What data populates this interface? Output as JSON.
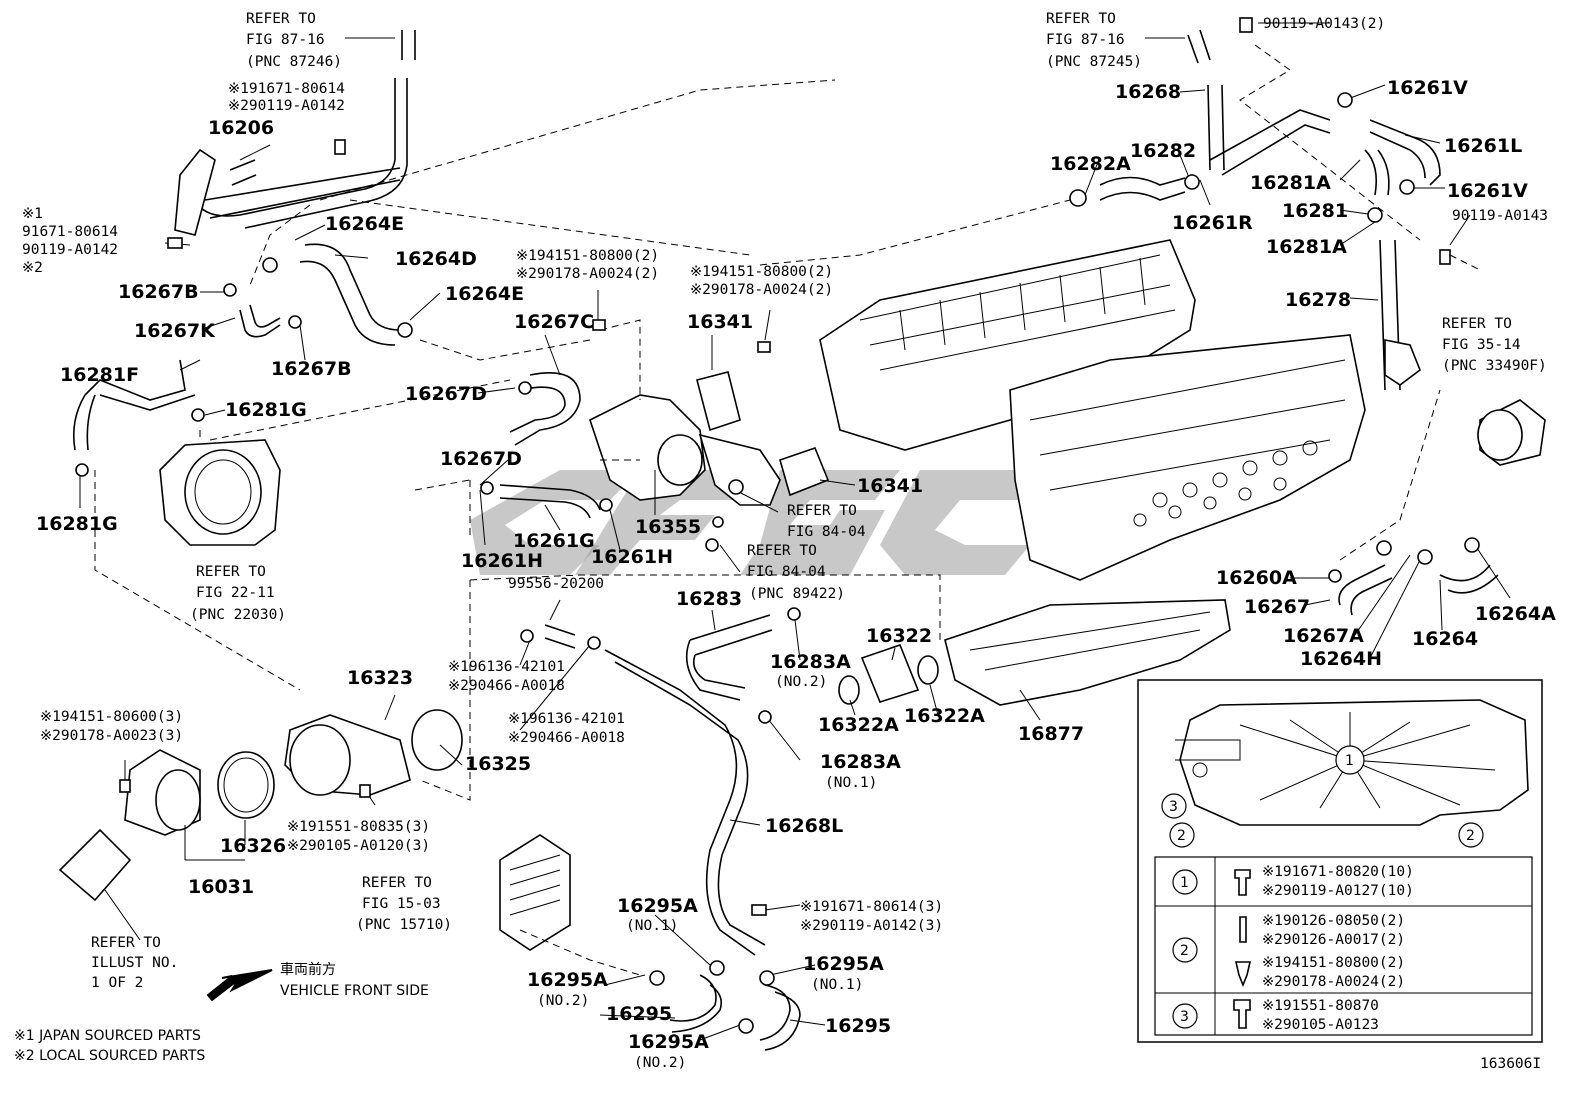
{
  "figure_id": "163606I",
  "watermark": "cfgc",
  "refs": {
    "top_left": [
      "REFER TO",
      "FIG 87-16",
      "(PNC 87246)"
    ],
    "top_right": [
      "REFER TO",
      "FIG 87-16",
      "(PNC 87245)"
    ],
    "fig_35_14": [
      "REFER TO",
      "FIG 35-14",
      "(PNC 33490F)"
    ],
    "fig_22_11": [
      "REFER TO",
      "FIG 22-11",
      "(PNC 22030)"
    ],
    "fig_84_04_a": [
      "REFER TO",
      "FIG 84-04"
    ],
    "fig_84_04_b": [
      "REFER TO",
      "FIG 84-04",
      "(PNC 89422)"
    ],
    "fig_15_03": [
      "REFER TO",
      "FIG 15-03",
      "(PNC 15710)"
    ],
    "illust": [
      "REFER TO",
      "ILLUST NO.",
      "1 OF 2"
    ]
  },
  "front": {
    "jp": "車両前方",
    "en": "VEHICLE FRONT SIDE"
  },
  "notes": [
    "※1 JAPAN SOURCED PARTS",
    "※2 LOCAL SOURCED PARTS"
  ],
  "labels": {
    "p16206": "16206",
    "fast_tl_1": "※191671-80614",
    "fast_tl_2": "※290119-A0142",
    "fast_l_1": "※1",
    "fast_l_2": "91671-80614",
    "fast_l_3": "90119-A0142",
    "fast_l_4": "※2",
    "p16264E_a": "16264E",
    "p16264D": "16264D",
    "p16264E_b": "16264E",
    "p16267B_a": "16267B",
    "p16267K": "16267K",
    "p16267B_b": "16267B",
    "fast_c1_1": "※194151-80800(2)",
    "fast_c1_2": "※290178-A0024(2)",
    "fast_c2_1": "※194151-80800(2)",
    "fast_c2_2": "※290178-A0024(2)",
    "p16267C": "16267C",
    "p16341_a": "16341",
    "p16267D_a": "16267D",
    "p16281F": "16281F",
    "p16281G_a": "16281G",
    "p16281G_b": "16281G",
    "p16267D_b": "16267D",
    "p16341_b": "16341",
    "p16261G": "16261G",
    "p16261H_a": "16261H",
    "p16261H_b": "16261H",
    "p16355": "16355",
    "p99556": "99556-20200",
    "p16283": "16283",
    "p16283A_a": "16283A",
    "no2_a": "(NO.2)",
    "p16322": "16322",
    "p16322A_a": "16322A",
    "p16322A_b": "16322A",
    "p16877": "16877",
    "p16283A_b": "16283A",
    "no1_a": "(NO.1)",
    "fast_m1_1": "※196136-42101",
    "fast_m1_2": "※290466-A0018",
    "fast_m2_1": "※196136-42101",
    "fast_m2_2": "※290466-A0018",
    "p16323": "16323",
    "p16325": "16325",
    "fast_bl_1": "※194151-80600(3)",
    "fast_bl_2": "※290178-A0023(3)",
    "p16326": "16326",
    "p16031": "16031",
    "fast_b_1": "※191551-80835(3)",
    "fast_b_2": "※290105-A0120(3)",
    "p16268L": "16268L",
    "fast_br_1": "※191671-80614(3)",
    "fast_br_2": "※290119-A0142(3)",
    "p16295A_a": "16295A",
    "no1_b": "(NO.1)",
    "p16295A_b": "16295A",
    "no1_c": "(NO.1)",
    "p16295A_c": "16295A",
    "no2_b": "(NO.2)",
    "p16295_a": "16295",
    "p16295_b": "16295",
    "p16295A_d": "16295A",
    "no2_c": "(NO.2)",
    "tr_bolt": "90119-A0143(2)",
    "p16268": "16268",
    "p16261V_a": "16261V",
    "p16261L": "16261L",
    "p16282A": "16282A",
    "p16282": "16282",
    "p16281A_a": "16281A",
    "p16261V_b": "16261V",
    "p16281": "16281",
    "tr_bolt2": "90119-A0143",
    "p16261R": "16261R",
    "p16281A_b": "16281A",
    "p16278": "16278",
    "p16260A": "16260A",
    "p16267": "16267",
    "p16267A": "16267A",
    "p16264H": "16264H",
    "p16264": "16264",
    "p16264A": "16264A"
  },
  "legend": {
    "rows": [
      {
        "num": "1",
        "lines": [
          "※191671-80820(10)",
          "※290119-A0127(10)"
        ]
      },
      {
        "num": "2",
        "lines": [
          "※190126-08050(2)",
          "※290126-A0017(2)",
          "※194151-80800(2)",
          "※290178-A0024(2)"
        ]
      },
      {
        "num": "3",
        "lines": [
          "※191551-80870",
          "※290105-A0123"
        ]
      }
    ],
    "callouts": [
      "1",
      "2",
      "2",
      "3"
    ]
  }
}
